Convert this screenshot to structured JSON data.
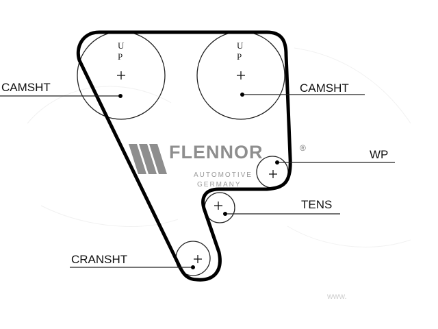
{
  "labels": {
    "camshaft_left": "CAMSHT",
    "camshaft_right": "CAMSHT",
    "water_pump": "WP",
    "tensioner": "TENS",
    "crankshaft": "CRANSHT"
  },
  "pulley_marks": {
    "left": [
      "U",
      "P"
    ],
    "right": [
      "U",
      "P"
    ]
  },
  "brand": {
    "name": "FLENNOR",
    "registered": "®",
    "line1": "AUTOMOTIVE",
    "line2": "GERMANY"
  },
  "watermark": "www.",
  "colors": {
    "belt": "#000000",
    "pulley": "#222222",
    "brand": "#8e8e8e"
  }
}
